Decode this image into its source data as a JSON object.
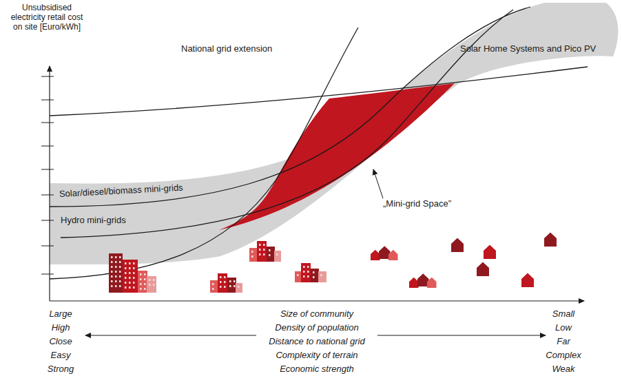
{
  "diagram": {
    "labels": [
      "Unsubsidised electricity retail cost on site [Euro/kWh]",
      "National grid extension",
      "Solar Home Systems and Pico PV",
      "Solar/diesel/biomass mini-grids",
      "Hydro mini-grids",
      "„Mini-grid Space”",
      "Size of community",
      "Density of population",
      "Distance to national grid",
      "Complexity of terrain",
      "Economic strength",
      "Large",
      "High",
      "Close",
      "Easy",
      "Strong",
      "Small",
      "Low",
      "Far",
      "Complex",
      "Weak"
    ]
  }
}
